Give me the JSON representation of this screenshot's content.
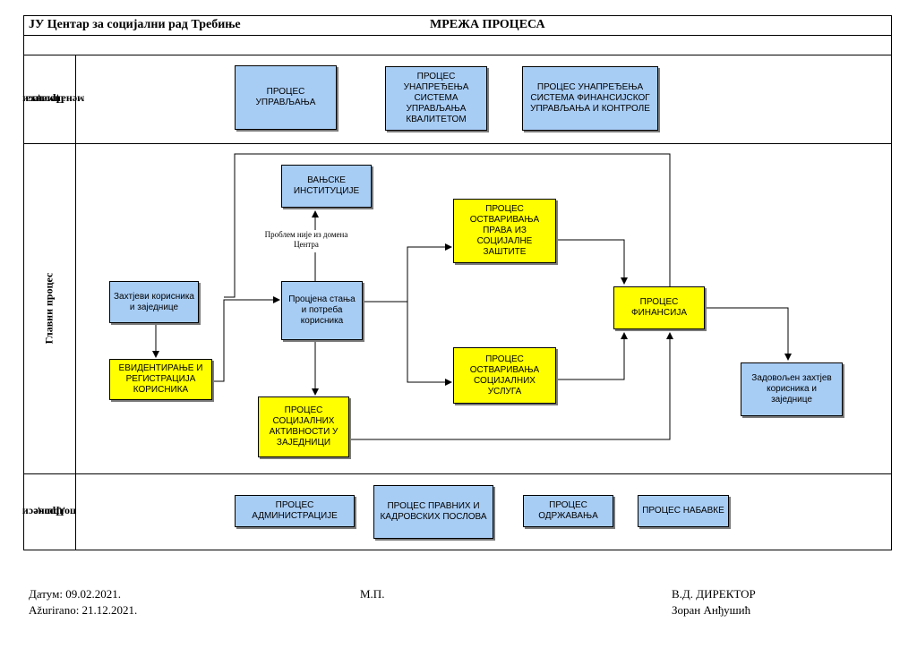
{
  "header": {
    "organization": "ЈУ Центар за социјални рад Требиње",
    "title": "МРЕЖА ПРОЦЕСА"
  },
  "rows": {
    "management_label_1": "Процеси",
    "management_label_2": "менаџмента",
    "main_label": "Главни процес",
    "support_label_1": "Процеси",
    "support_label_2": "подршке"
  },
  "management_processes": [
    "ПРОЦЕС УПРАВЉАЊА",
    "ПРОЦЕС УНАПРЕЂЕЊА СИСТЕМА УПРАВЉАЊА КВАЛИТЕТОМ",
    "ПРОЦЕС УНАПРЕЂЕЊА СИСТЕМА ФИНАНСИЈСКОГ УПРАВЉАЊА И КОНТРОЛЕ"
  ],
  "main_processes": {
    "requests": "Захтјеви корисника и заједнице",
    "registration": "ЕВИДЕНТИРАЊЕ И РЕГИСТРАЦИЈА КОРИСНИКА",
    "assessment": "Процјена стања и потреба корисника",
    "external": "ВАЊСКЕ ИНСТИТУЦИЈЕ",
    "problem_note": "Проблем није из домена Центра",
    "social_activities": "ПРОЦЕС СОЦИЈАЛНИХ АКТИВНОСТИ У ЗАЈЕДНИЦИ",
    "rights": "ПРОЦЕС ОСТВАРИВАЊА ПРАВА ИЗ СОЦИЈАЛНЕ ЗАШТИТЕ",
    "services": "ПРОЦЕС ОСТВАРИВАЊА СОЦИЈАЛНИХ УСЛУГА",
    "finance": "ПРОЦЕС ФИНАНСИЈА",
    "satisfied": "Задовољен захтјев корисника и заједнице"
  },
  "support_processes": [
    "ПРОЦЕС АДМИНИСТРАЦИЈЕ",
    "ПРОЦЕС ПРАВНИХ И КАДРОВСКИХ ПОСЛОВА",
    "ПРОЦЕС ОДРЖАВАЊА",
    "ПРОЦЕС НАБАВКЕ"
  ],
  "footer": {
    "date": "Датум: 09.02.2021.",
    "updated": "Ažurirano: 21.12.2021.",
    "stamp": "М.П.",
    "director_title": "В.Д. ДИРЕКТОР",
    "director_name": "Зоран Анђушић"
  },
  "colors": {
    "blue_box": "#a8cdf5",
    "yellow_box": "#ffff00",
    "shadow": "#7a7a7a"
  }
}
